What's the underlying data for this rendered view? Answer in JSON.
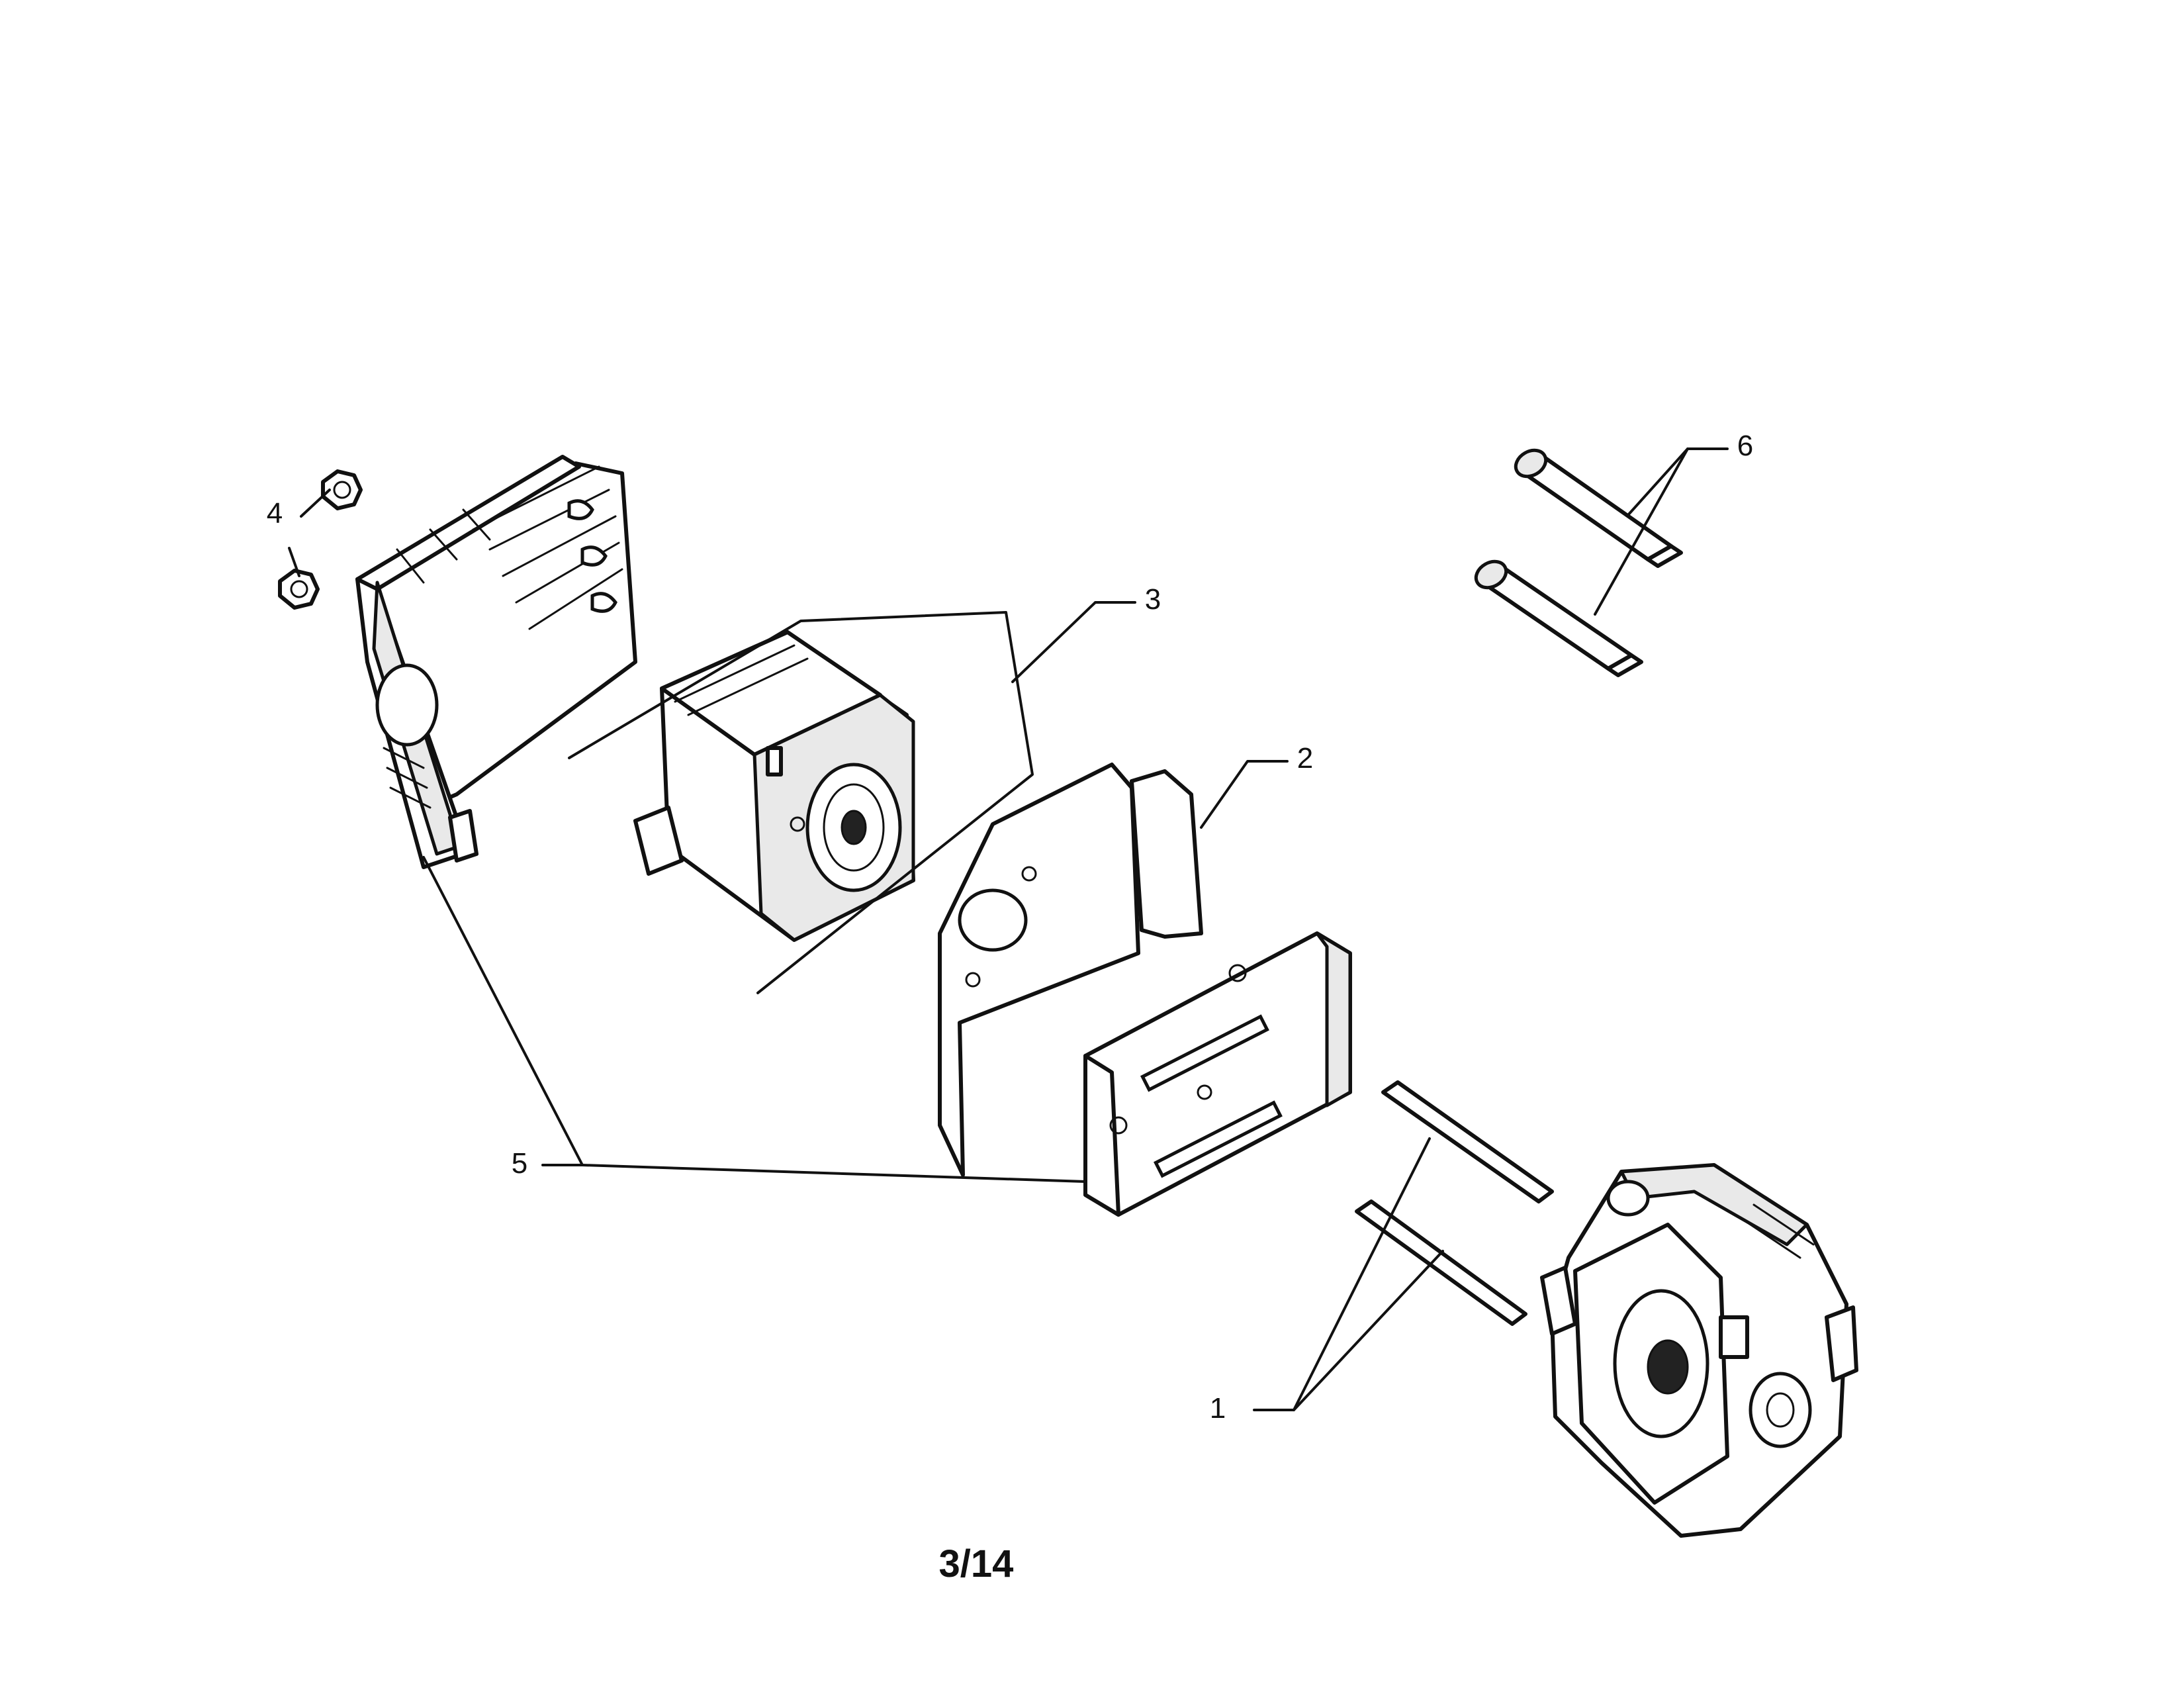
{
  "callouts": [
    {
      "id": "1",
      "label": "1"
    },
    {
      "id": "2",
      "label": "2"
    },
    {
      "id": "3",
      "label": "3"
    },
    {
      "id": "4",
      "label": "4"
    },
    {
      "id": "5",
      "label": "5"
    },
    {
      "id": "6",
      "label": "6"
    }
  ],
  "page_number": "3/14",
  "colors": {
    "ink": "#111111",
    "paper": "#ffffff"
  }
}
